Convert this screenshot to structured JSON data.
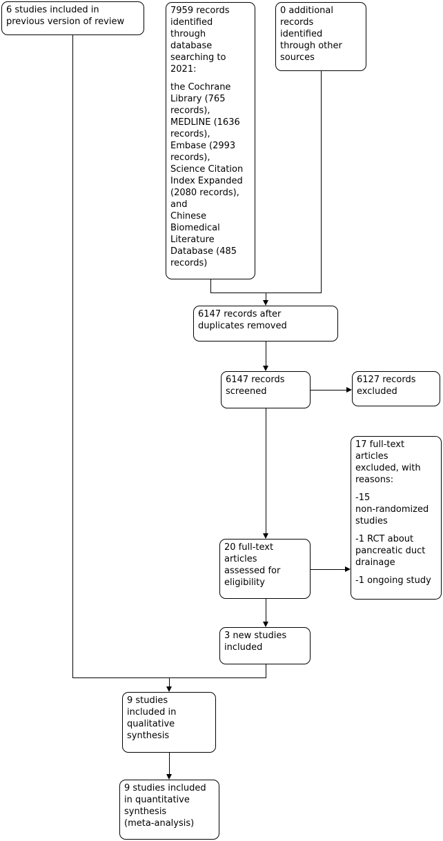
{
  "diagram": {
    "type": "study-flow-diagram",
    "background_color": "#ffffff",
    "line_color": "#000000",
    "text_color": "#000000",
    "boxes": {
      "previous_version": {
        "paragraphs": [
          "6 studies included in\nprevious version of review"
        ]
      },
      "database_search": {
        "paragraphs": [
          "7959 records\nidentified\nthrough\ndatabase\nsearching to\n2021:",
          "the Cochrane\nLibrary (765\nrecords),\nMEDLINE (1636\nrecords),\nEmbase (2993\nrecords),\nScience Citation\nIndex Expanded\n(2080 records),\nand\nChinese\nBiomedical\nLiterature\nDatabase (485\nrecords)"
        ]
      },
      "other_sources": {
        "paragraphs": [
          "0 additional\nrecords\nidentified\nthrough other\nsources"
        ]
      },
      "after_duplicates": {
        "paragraphs": [
          "6147 records after\nduplicates removed"
        ]
      },
      "records_screened": {
        "paragraphs": [
          "6147 records\nscreened"
        ]
      },
      "records_excluded": {
        "paragraphs": [
          "6127 records\nexcluded"
        ]
      },
      "fulltext_excluded": {
        "paragraphs": [
          "17 full-text\narticles\nexcluded, with\nreasons:",
          "-15\nnon-randomized\nstudies",
          "-1 RCT about\npancreatic duct\ndrainage",
          "-1 ongoing study"
        ]
      },
      "fulltext_assessed": {
        "paragraphs": [
          "20 full-text\narticles\nassessed for\neligibility"
        ]
      },
      "new_studies": {
        "paragraphs": [
          "3 new studies\nincluded"
        ]
      },
      "qualitative": {
        "paragraphs": [
          "9 studies\nincluded in\nqualitative\nsynthesis"
        ]
      },
      "quantitative": {
        "paragraphs": [
          "9 studies included\nin quantitative\nsynthesis\n(meta-analysis)"
        ]
      }
    }
  }
}
